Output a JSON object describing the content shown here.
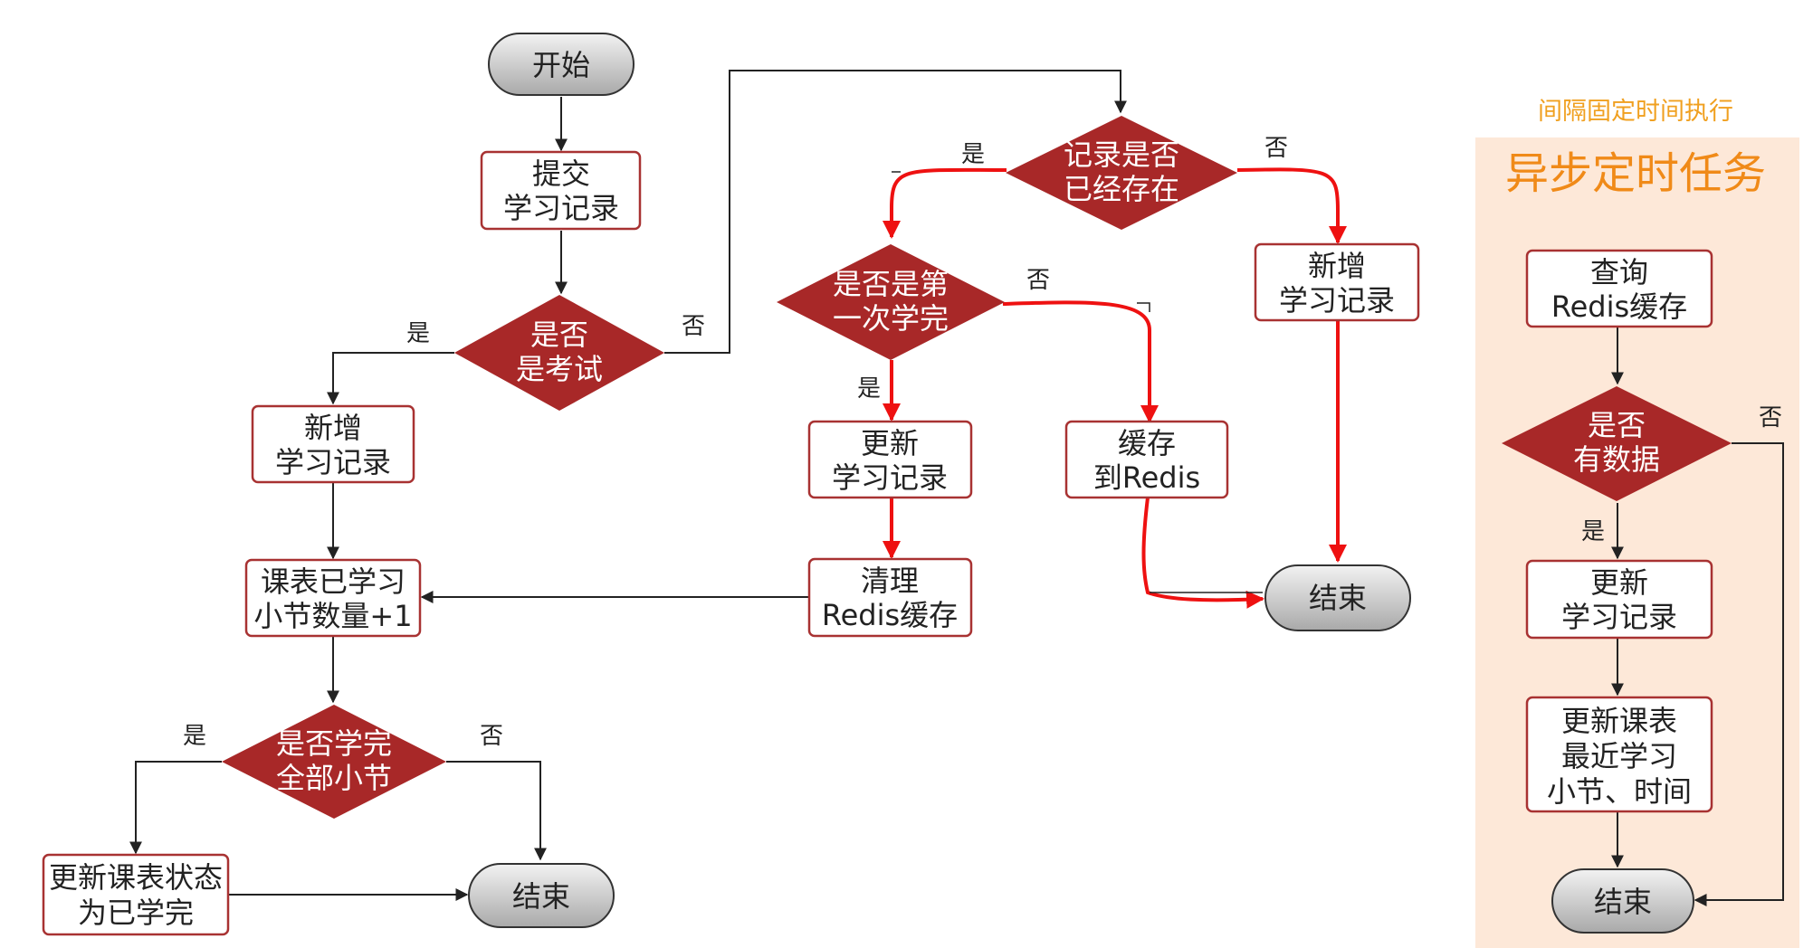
{
  "nodes": {
    "start": "开始",
    "submit": [
      "提交",
      "学习记录"
    ],
    "is_exam": [
      "是否",
      "是考试"
    ],
    "new_record_left": [
      "新增",
      "学习记录"
    ],
    "course_count": [
      "课表已学习",
      "小节数量+1"
    ],
    "all_done": [
      "是否学完",
      "全部小节"
    ],
    "update_status": [
      "更新课表状态",
      "为已学完"
    ],
    "end_left": "结束",
    "record_exists": [
      "记录是否",
      "已经存在"
    ],
    "first_done": [
      "是否是第",
      "一次学完"
    ],
    "new_record_right": [
      "新增",
      "学习记录"
    ],
    "update_record_mid": [
      "更新",
      "学习记录"
    ],
    "cache_redis": [
      "缓存",
      "到Redis"
    ],
    "clear_redis": [
      "清理",
      "Redis缓存"
    ],
    "end_mid": "结束",
    "query_redis": [
      "查询",
      "Redis缓存"
    ],
    "has_data": [
      "是否",
      "有数据"
    ],
    "update_record_right": [
      "更新",
      "学习记录"
    ],
    "update_course": [
      "更新课表",
      "最近学习",
      "小节、时间"
    ],
    "end_right": "结束"
  },
  "branch_labels": {
    "exam_yes": "是",
    "exam_no": "否",
    "alldone_yes": "是",
    "alldone_no": "否",
    "exists_yes": "是",
    "exists_no": "否",
    "first_yes": "是",
    "first_no": "否",
    "hasdata_yes": "是",
    "hasdata_no": "否"
  },
  "panel": {
    "subtitle": "间隔固定时间执行",
    "title": "异步定时任务"
  },
  "colors": {
    "diamond": "#a82828",
    "box_border": "#a83232",
    "highlight": "#ee1111",
    "panel_bg": "#fde8d8",
    "panel_title": "#f08a18"
  }
}
